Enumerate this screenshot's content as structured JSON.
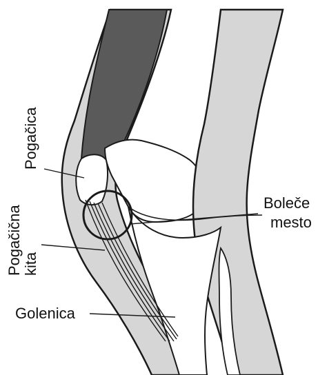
{
  "diagram": {
    "labels": {
      "patella": "Pogačica",
      "patellar_tendon_line1": "Pogačična",
      "patellar_tendon_line2": "kita",
      "tibia": "Golenica",
      "pain_site_line1": "Boleče",
      "pain_site_line2": "mesto"
    },
    "colors": {
      "line": "#1a1a1a",
      "soft_tissue": "#d6d6d6",
      "bone": "#ffffff",
      "muscle": "#5a5a5a",
      "background": "#ffffff"
    }
  }
}
